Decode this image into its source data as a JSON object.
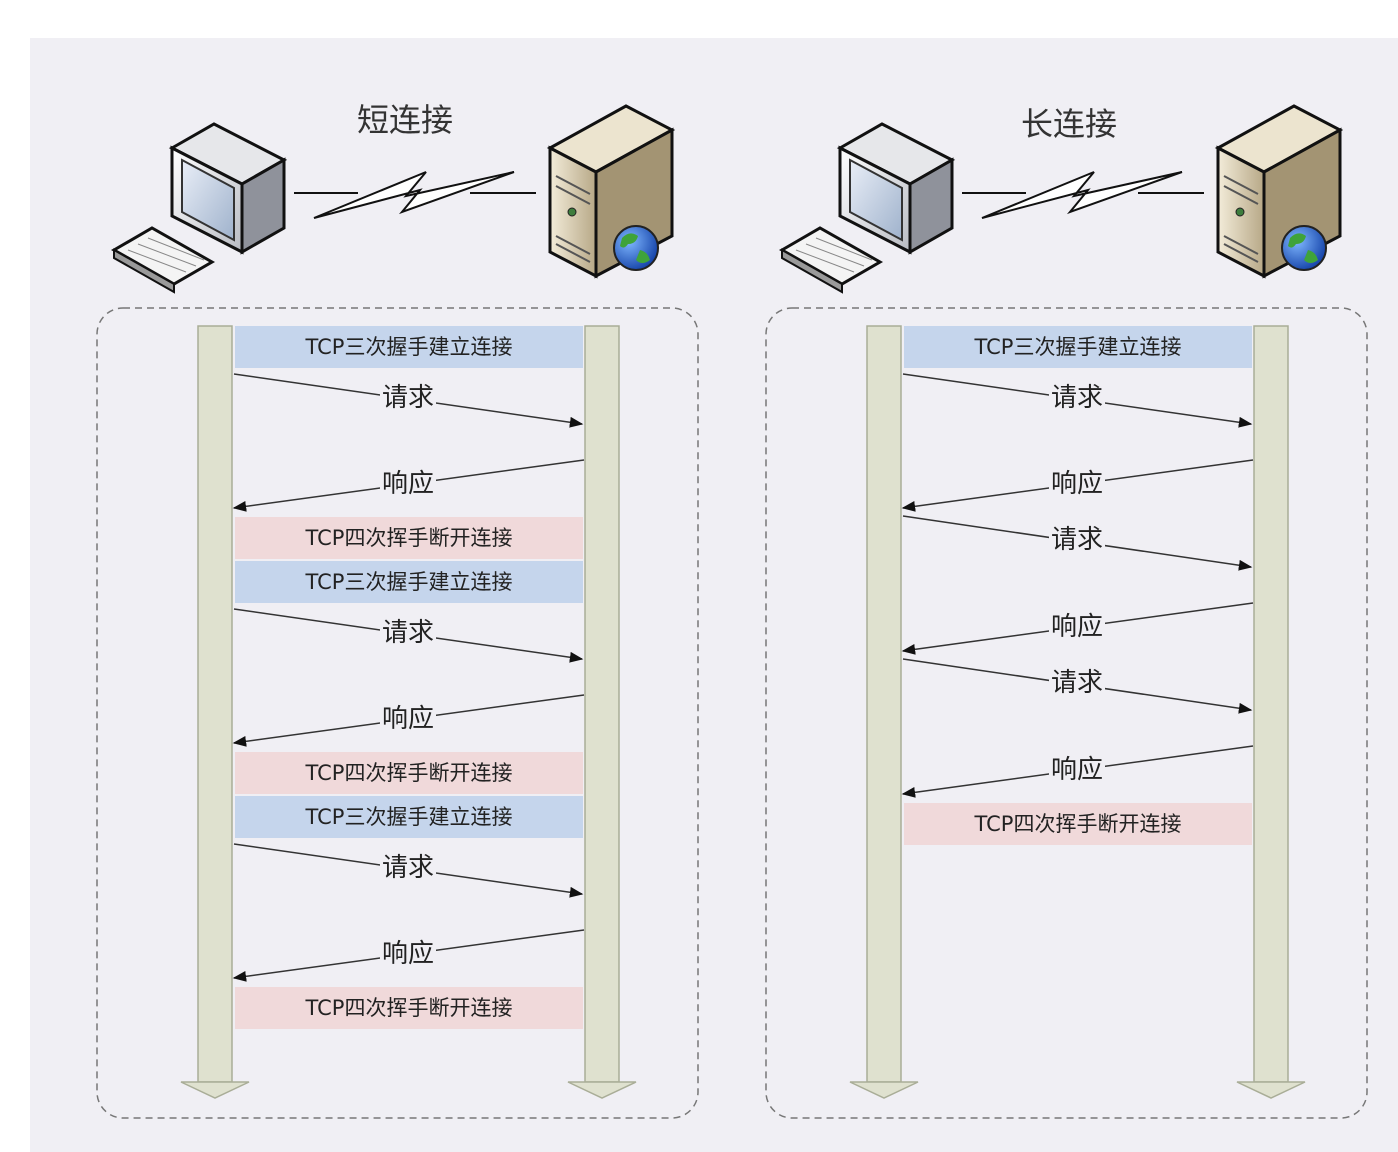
{
  "colors": {
    "background": "#f0eff4",
    "lifeline_fill": "#dfe1cf",
    "lifeline_stroke": "#a9ad97",
    "connect_band": "#c5d5ec",
    "disconnect_band": "#f0d9da",
    "text": "#222222",
    "frame": "#777777"
  },
  "icons": {
    "client": "desktop-computer-icon",
    "server": "web-server-icon",
    "link": "lightning-link-icon"
  },
  "short_connection": {
    "title": "短连接",
    "steps": [
      {
        "kind": "band",
        "type": "connect",
        "label": "TCP三次握手建立连接"
      },
      {
        "kind": "arrow",
        "direction": "to-server",
        "label": "请求"
      },
      {
        "kind": "arrow",
        "direction": "to-client",
        "label": "响应"
      },
      {
        "kind": "band",
        "type": "disconnect",
        "label": "TCP四次挥手断开连接"
      },
      {
        "kind": "band",
        "type": "connect",
        "label": "TCP三次握手建立连接"
      },
      {
        "kind": "arrow",
        "direction": "to-server",
        "label": "请求"
      },
      {
        "kind": "arrow",
        "direction": "to-client",
        "label": "响应"
      },
      {
        "kind": "band",
        "type": "disconnect",
        "label": "TCP四次挥手断开连接"
      },
      {
        "kind": "band",
        "type": "connect",
        "label": "TCP三次握手建立连接"
      },
      {
        "kind": "arrow",
        "direction": "to-server",
        "label": "请求"
      },
      {
        "kind": "arrow",
        "direction": "to-client",
        "label": "响应"
      },
      {
        "kind": "band",
        "type": "disconnect",
        "label": "TCP四次挥手断开连接"
      }
    ]
  },
  "long_connection": {
    "title": "长连接",
    "steps": [
      {
        "kind": "band",
        "type": "connect",
        "label": "TCP三次握手建立连接"
      },
      {
        "kind": "arrow",
        "direction": "to-server",
        "label": "请求"
      },
      {
        "kind": "arrow",
        "direction": "to-client",
        "label": "响应"
      },
      {
        "kind": "arrow",
        "direction": "to-server",
        "label": "请求"
      },
      {
        "kind": "arrow",
        "direction": "to-client",
        "label": "响应"
      },
      {
        "kind": "arrow",
        "direction": "to-server",
        "label": "请求"
      },
      {
        "kind": "arrow",
        "direction": "to-client",
        "label": "响应"
      },
      {
        "kind": "band",
        "type": "disconnect",
        "label": "TCP四次挥手断开连接"
      }
    ]
  }
}
